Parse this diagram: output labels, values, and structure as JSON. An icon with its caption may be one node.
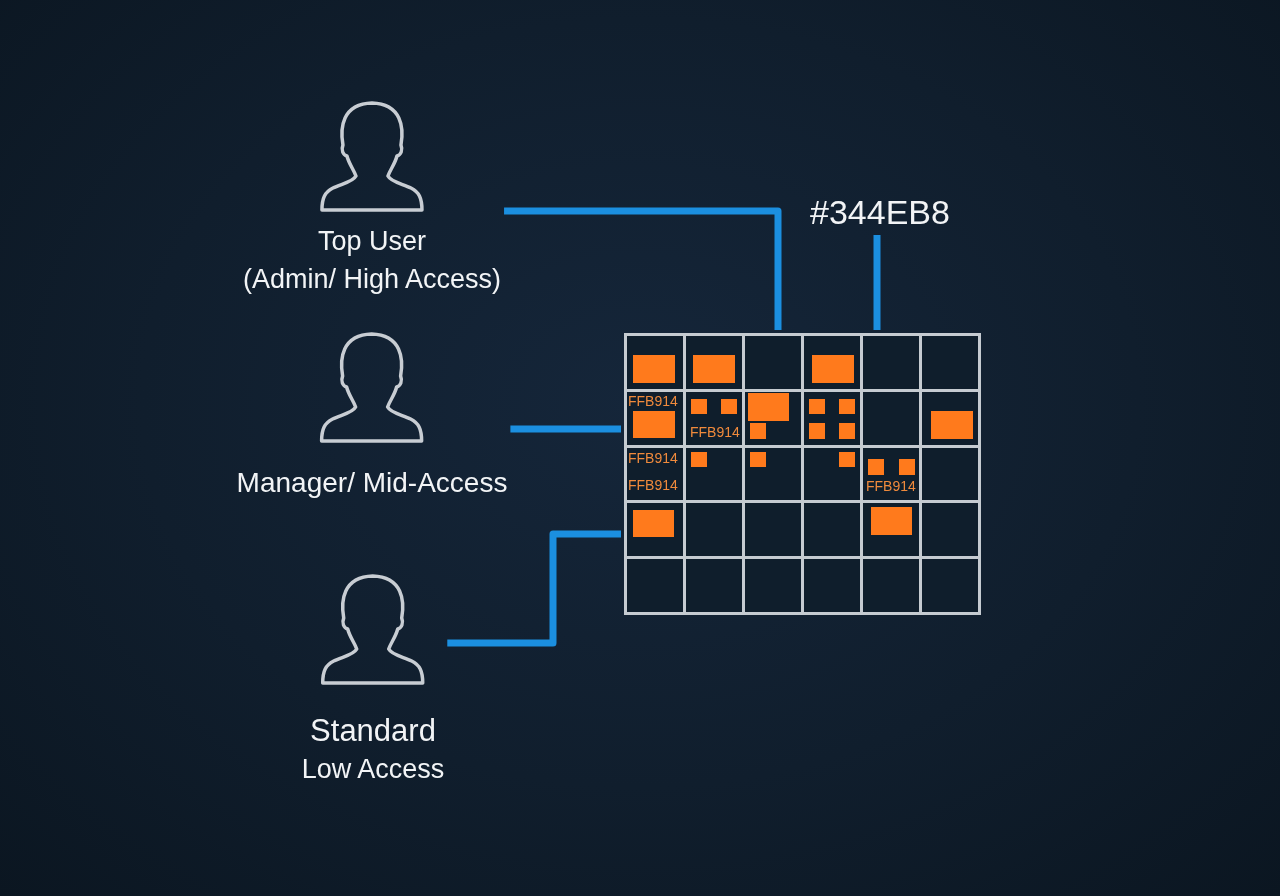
{
  "diagram": {
    "nodes": [
      {
        "text": [
          "Top User",
          "(Admin/ High Access)"
        ]
      },
      {
        "text": [
          "Manager/ Mid-Access"
        ]
      },
      {
        "text": [
          "Standard",
          "Low Access"
        ]
      },
      {
        "text": [
          "#344EB8"
        ]
      },
      {
        "text": [
          "FFB914",
          "FFB914",
          "FFB914",
          "FFB914",
          "FFB914"
        ]
      }
    ],
    "edges": [
      {
        "from": 0,
        "to": 4,
        "arrow": "none"
      },
      {
        "from": 1,
        "to": 4,
        "arrow": "none"
      },
      {
        "from": 2,
        "to": 4,
        "arrow": "none"
      },
      {
        "from": 3,
        "to": 4,
        "arrow": "none"
      }
    ]
  }
}
